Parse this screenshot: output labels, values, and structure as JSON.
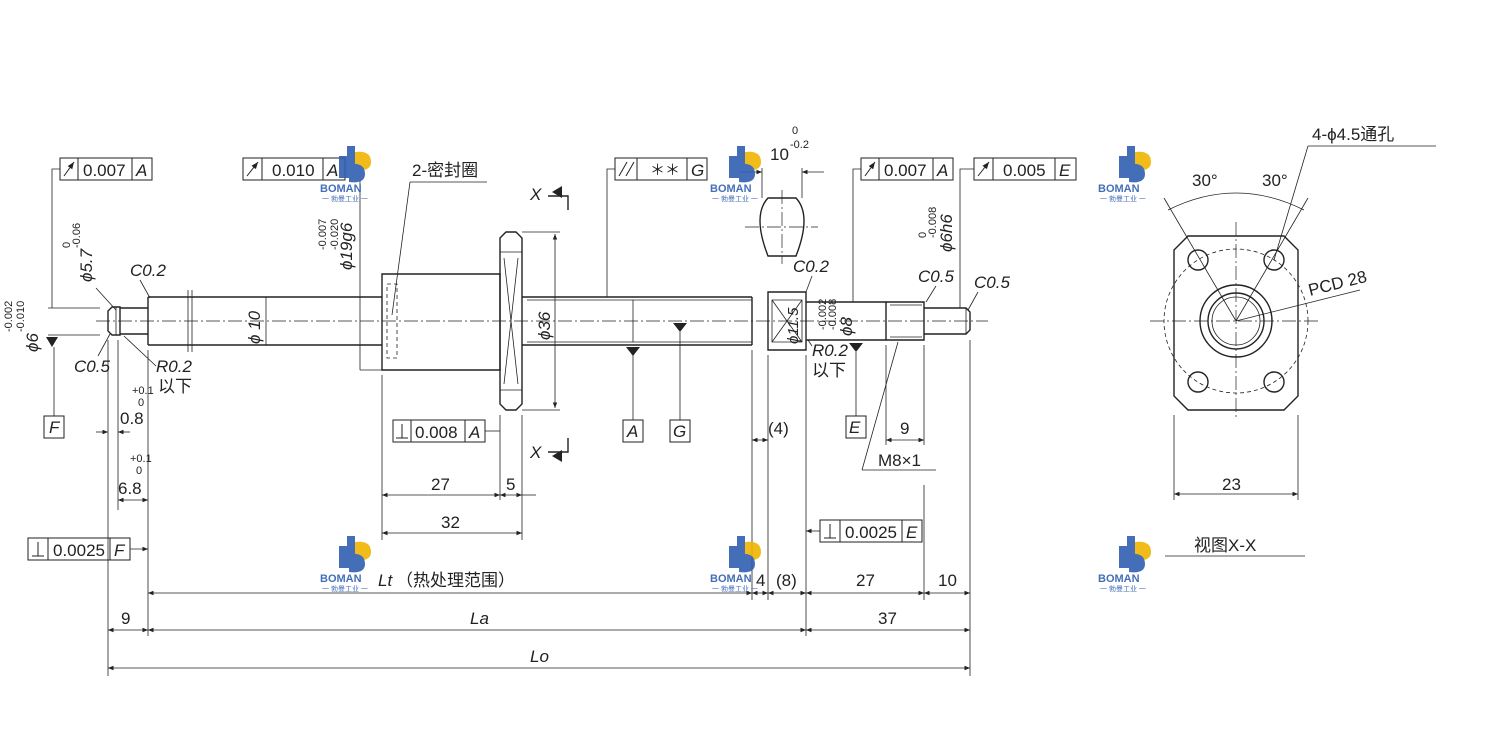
{
  "colors": {
    "line": "#222222",
    "watermark_blue": "#2f5fb0",
    "watermark_yellow": "#f0b400"
  },
  "watermark": {
    "brand": "BOMAN",
    "sub": "一 勃曼工业 一"
  },
  "tolerance_frames": {
    "left_runout": {
      "value": "0.007",
      "datum": "A"
    },
    "g19_runout": {
      "value": "0.010",
      "datum": "A"
    },
    "screw_parallel": {
      "value": "＊＊",
      "datum": "G"
    },
    "right_runout": {
      "value": "0.007",
      "datum": "A"
    },
    "end_runout": {
      "value": "0.005",
      "datum": "E"
    },
    "flange_perp": {
      "value": "0.008",
      "datum": "A"
    },
    "perp_e": {
      "value": "0.0025",
      "datum": "E"
    },
    "perp_f": {
      "value": "0.0025",
      "datum": "F"
    }
  },
  "datums": {
    "f": "F",
    "a": "A",
    "g": "G",
    "e": "E"
  },
  "labels": {
    "seal": "2-密封圈",
    "section_top": "X",
    "section_bottom": "X",
    "keyway_width": "10",
    "keyway_tol_upper": "0",
    "keyway_tol_lower": "-0.2",
    "d_phi6": "ϕ6",
    "d_phi6_tol_upper": "-0.002",
    "d_phi6_tol_lower": "-0.010",
    "d_phi57": "ϕ5.7",
    "d_phi57_tol_upper": "0",
    "d_phi57_tol_lower": "-0.06",
    "d_phi19": "ϕ19g6",
    "d_phi19_tol_upper": "-0.007",
    "d_phi19_tol_lower": "-0.020",
    "d_phi10": "ϕ 10",
    "d_phi36": "ϕ36",
    "d_phi115": "ϕ11.5",
    "d_phi8": "ϕ8",
    "d_phi8_tol_upper": "-0.002",
    "d_phi8_tol_lower": "-0.008",
    "d_phi6h6": "ϕ6h6",
    "d_phi6h6_tol_upper": "0",
    "d_phi6h6_tol_lower": "-0.008",
    "c02_left": "C0.2",
    "c05_left": "C0.5",
    "r02_left": "R0.2",
    "r02_left_sub": "以下",
    "c02_right": "C0.2",
    "c05_right": "C0.5",
    "c05_end": "C0.5",
    "r02_right": "R0.2",
    "r02_right_sub": "以下",
    "thread": "M8×1",
    "tol_plus01_a": "+0.1",
    "tol_zero_a": "0",
    "tol_plus01_b": "+0.1",
    "tol_zero_b": "0"
  },
  "dimensions": {
    "d08": "0.8",
    "d68": "6.8",
    "d27_nut": "27",
    "d5": "5",
    "d32": "32",
    "d4_paren": "(4)",
    "d9_thread": "9",
    "lt_label": "Lt",
    "lt_note": "（热处理范围）",
    "d4": "4",
    "d8_paren": "(8)",
    "d27": "27",
    "d10": "10",
    "d9": "9",
    "la": "La",
    "d37": "37",
    "lo": "Lo"
  },
  "section_view": {
    "holes": "4-ϕ4.5通孔",
    "angle_left": "30°",
    "angle_right": "30°",
    "pcd": "PCD 28",
    "width": "23",
    "caption": "视图X-X"
  }
}
